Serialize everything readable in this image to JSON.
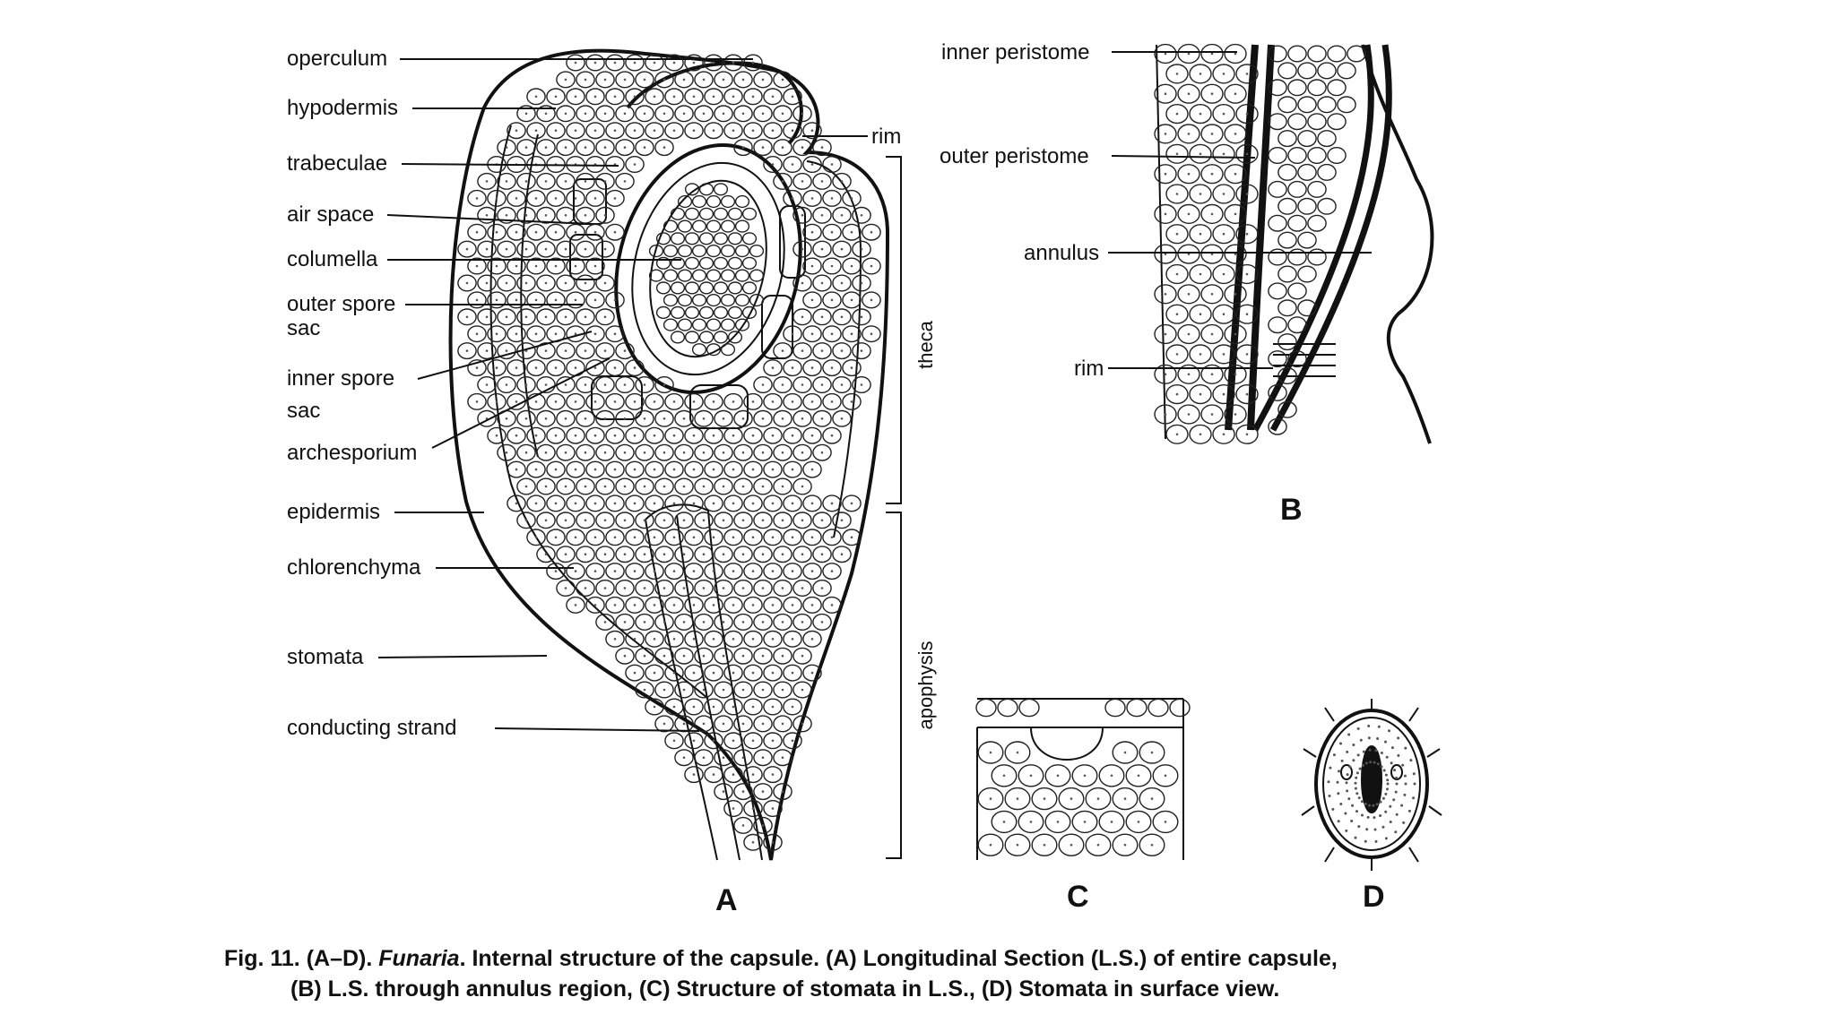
{
  "panel_a": {
    "letter": "A",
    "labels": {
      "operculum": "operculum",
      "hypodermis": "hypodermis",
      "trabeculae": "trabeculae",
      "air_space": "air space",
      "columella": "columella",
      "outer_spore_sac_1": "outer spore",
      "outer_spore_sac_2": "sac",
      "inner_spore_sac_1": "inner spore",
      "inner_spore_sac_2": "sac",
      "archesporium": "archesporium",
      "epidermis": "epidermis",
      "chlorenchyma": "chlorenchyma",
      "stomata": "stomata",
      "conducting_strand": "conducting strand",
      "rim": "rim",
      "theca": "theca",
      "apophysis": "apophysis"
    }
  },
  "panel_b": {
    "letter": "B",
    "labels": {
      "inner_peristome": "inner peristome",
      "outer_peristome": "outer peristome",
      "annulus": "annulus",
      "rim": "rim"
    }
  },
  "panel_c": {
    "letter": "C"
  },
  "panel_d": {
    "letter": "D"
  },
  "caption": {
    "line1_prefix": "Fig. 11. (A–D). ",
    "genus": "Funaria",
    "line1_suffix": ". Internal structure of the capsule. (A) Longitudinal Section (L.S.) of entire capsule,",
    "line2": "(B) L.S. through annulus region, (C) Structure of stomata in L.S., (D) Stomata in surface view."
  }
}
